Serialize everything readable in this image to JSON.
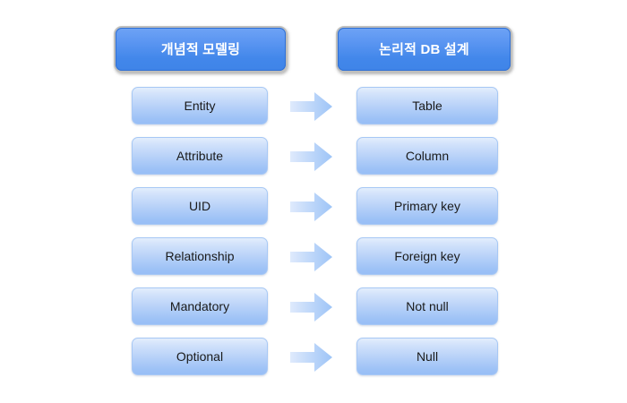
{
  "diagram": {
    "type": "mapping-diagram",
    "background_color": "#ffffff",
    "columns": {
      "left": {
        "header": "개념적 모델링",
        "items": [
          "Entity",
          "Attribute",
          "UID",
          "Relationship",
          "Mandatory",
          "Optional"
        ]
      },
      "right": {
        "header": "논리적 DB 설계",
        "items": [
          "Table",
          "Column",
          "Primary key",
          "Foreign key",
          "Not null",
          "Null"
        ]
      }
    },
    "mappings": [
      {
        "from": "Entity",
        "to": "Table",
        "connector": "arrow-right-icon"
      },
      {
        "from": "Attribute",
        "to": "Column",
        "connector": "arrow-right-icon"
      },
      {
        "from": "UID",
        "to": "Primary key",
        "connector": "arrow-right-icon"
      },
      {
        "from": "Relationship",
        "to": "Foreign key",
        "connector": "arrow-right-icon"
      },
      {
        "from": "Mandatory",
        "to": "Not null",
        "connector": "arrow-right-icon"
      },
      {
        "from": "Optional",
        "to": "Null",
        "connector": "arrow-right-icon"
      }
    ],
    "colors": {
      "header_fill_top": "#6ea3f5",
      "header_fill_bottom": "#3f84e8",
      "header_border": "#bfbfbd",
      "header_text": "#ffffff",
      "item_fill_top": "#e3eefc",
      "item_fill_bottom": "#98bef6",
      "item_border": "#a7c8f5",
      "item_text": "#1a1a1a",
      "arrow_fill_start": "#dce9fb",
      "arrow_fill_end": "#9dc4f7"
    }
  }
}
